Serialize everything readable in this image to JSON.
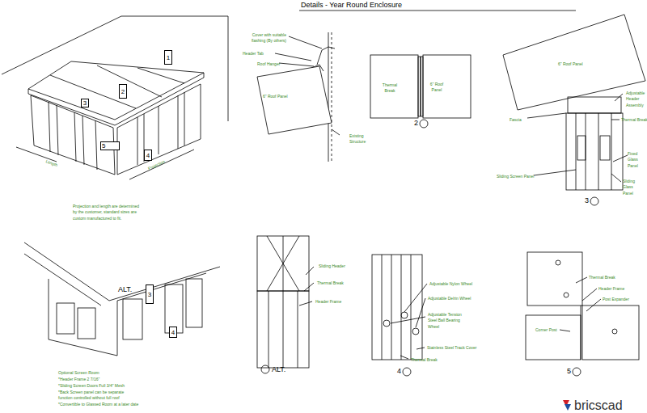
{
  "diagram": {
    "title": "Details - Year Round Enclosure",
    "nodes": [
      {
        "text": [
          "1"
        ]
      },
      {
        "text": [
          "2"
        ]
      },
      {
        "text": [
          "3"
        ]
      },
      {
        "text": [
          "5"
        ]
      },
      {
        "text": [
          "4"
        ]
      },
      {
        "text": [
          "3"
        ]
      },
      {
        "text": [
          "4"
        ]
      }
    ],
    "labels": [
      "Length",
      "Projection",
      "Projection and length are determined by the customer, standard sizes are custom manufactured to fit.",
      "Cover with suitable flashing (By others)",
      "Header Tab",
      "Roof Hanger",
      "6\" Roof Panel",
      "Existing Structure",
      "Thermal Break",
      "6\" Roof Panel",
      "6\" Roof Panel",
      "Adjustable Header Assembly",
      "Thermal Break",
      "Fascia",
      "Fixed Glass Panel",
      "Sliding Screen Panel",
      "Sliding Glass Panel",
      "ALT.",
      "Optional Screen Room",
      "*Header Frame 2 7/16\"",
      "*Sliding Screen Doors Full 3/4\" Mesh",
      "*Back Screen panel can be separate function controlled without full roof",
      "*Convertible to Glassed Room at a later date",
      "Sliding Header",
      "Thermal Break",
      "Header Frame",
      "ALT.",
      "Adjustable Nylon Wheel",
      "Adjustable Delrin Wheel",
      "Adjustable Tension Steel Ball Bearing Wheel",
      "Stainless Steel Track Cover",
      "Thermal Break",
      "Thermal Break",
      "Header Frame",
      "Post Expander",
      "Corner Post",
      "2",
      "3",
      "4",
      "5",
      "bricscad"
    ]
  }
}
